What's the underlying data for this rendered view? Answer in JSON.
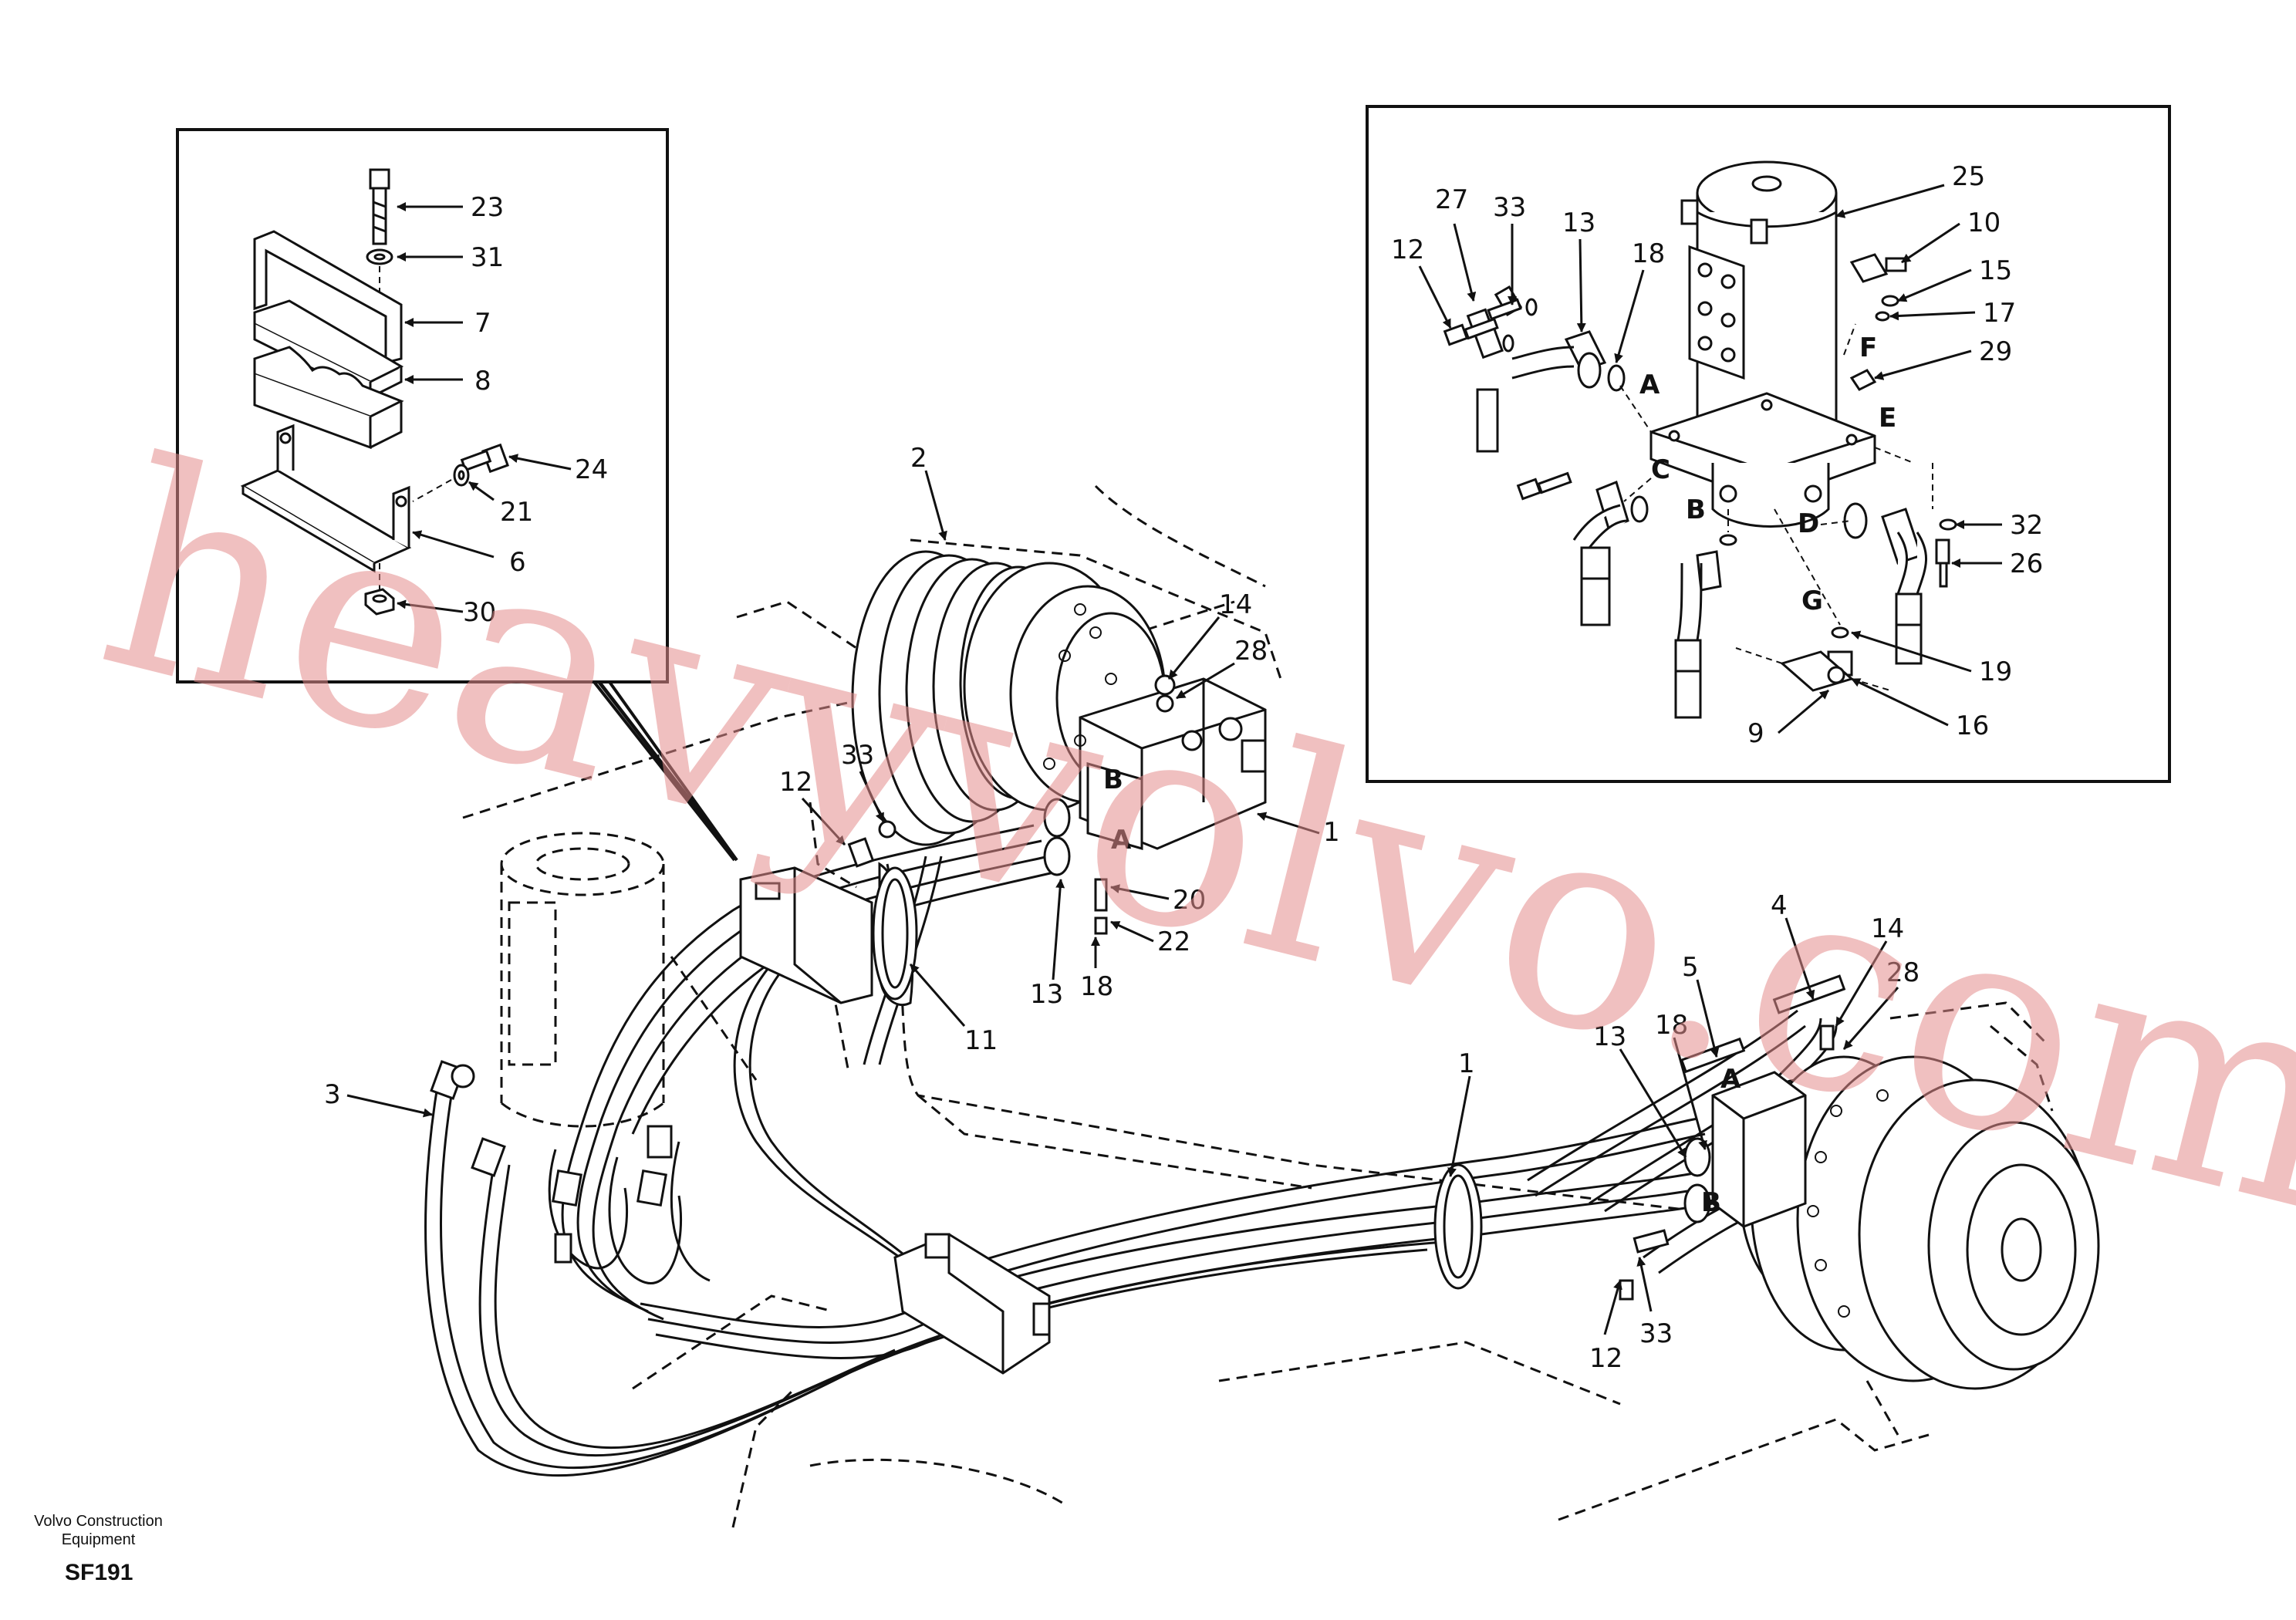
{
  "caption": {
    "company_line1": "Volvo Construction",
    "company_line2": "Equipment",
    "code": "SF191"
  },
  "watermark": "heavyvolvo.com",
  "colors": {
    "ink": "#111111",
    "watermark": "#e48d8d",
    "background": "#ffffff"
  },
  "callouts": {
    "left_inset": [
      "23",
      "31",
      "7",
      "8",
      "24",
      "21",
      "6",
      "30"
    ],
    "right_inset": [
      "27",
      "33",
      "13",
      "18",
      "12",
      "25",
      "10",
      "15",
      "17",
      "29",
      "32",
      "26",
      "19",
      "16",
      "9"
    ],
    "right_inset_ports": [
      "A",
      "C",
      "B",
      "D",
      "G",
      "F",
      "E"
    ],
    "main_left_motor": [
      "2",
      "14",
      "28",
      "1",
      "33",
      "12",
      "20",
      "22",
      "18",
      "13",
      "11",
      "3"
    ],
    "main_left_ports": [
      "B",
      "A"
    ],
    "main_right_motor": [
      "4",
      "14",
      "28",
      "5",
      "18",
      "13",
      "1",
      "12",
      "33"
    ],
    "main_right_ports": [
      "A",
      "B"
    ]
  }
}
